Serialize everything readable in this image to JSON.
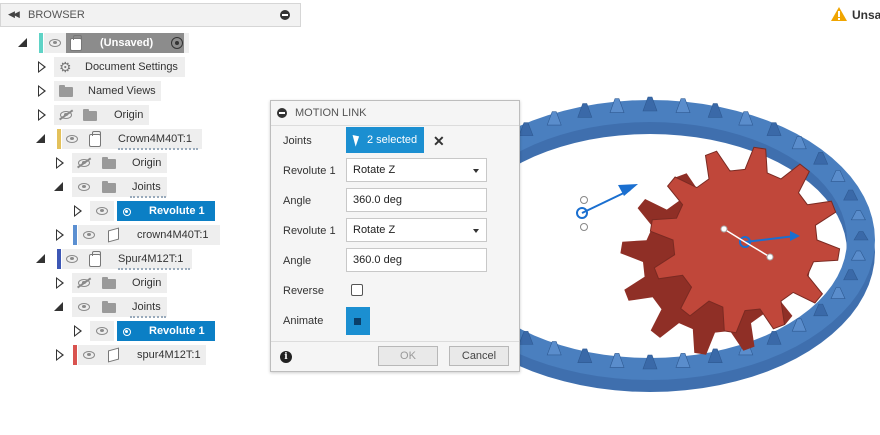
{
  "browser": {
    "title": "BROWSER",
    "root_label": "(Unsaved)",
    "nodes": [
      {
        "label": "Document Settings"
      },
      {
        "label": "Named Views"
      },
      {
        "label": "Origin"
      },
      {
        "label": "Crown4M40T:1"
      },
      {
        "label": "Origin"
      },
      {
        "label": "Joints"
      },
      {
        "label": "Revolute 1"
      },
      {
        "label": "crown4M40T:1"
      },
      {
        "label": "Spur4M12T:1"
      },
      {
        "label": "Origin"
      },
      {
        "label": "Joints"
      },
      {
        "label": "Revolute 1"
      },
      {
        "label": "spur4M12T:1"
      }
    ]
  },
  "warning": {
    "text": "Unsa"
  },
  "dialog": {
    "title": "MOTION LINK",
    "joints_label": "Joints",
    "joints_value": "2 selected",
    "revolute1_label": "Revolute 1",
    "revolute1_value": "Rotate Z",
    "angle1_label": "Angle",
    "angle1_value": "360.0 deg",
    "revolute2_label": "Revolute 1",
    "revolute2_value": "Rotate Z",
    "angle2_label": "Angle",
    "angle2_value": "360.0 deg",
    "reverse_label": "Reverse",
    "animate_label": "Animate",
    "ok_label": "OK",
    "cancel_label": "Cancel"
  },
  "colors": {
    "accent": "#0b7fc5",
    "crown_gear": "#4a7fbf",
    "spur_gear": "#c0473a",
    "crown_bar": "#e3c15b",
    "crown_body_bar": "#5b8fd1",
    "spur_bar": "#3d57b5",
    "spur_body_bar": "#d9534f"
  }
}
